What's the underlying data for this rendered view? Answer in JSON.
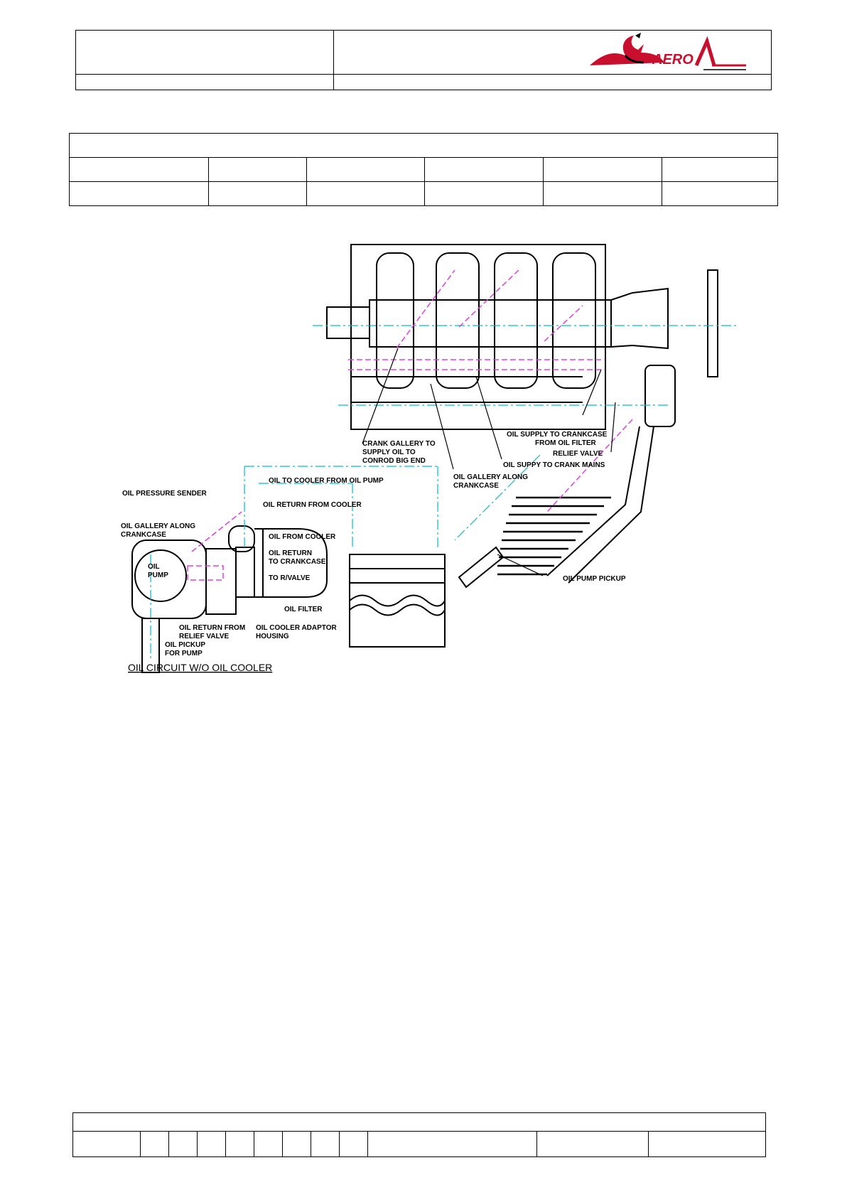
{
  "header": {
    "cells": [
      "",
      "",
      "",
      ""
    ]
  },
  "info_table": {
    "title_row": "",
    "row1": [
      "",
      "",
      "",
      "",
      "",
      ""
    ],
    "row2": [
      "",
      "",
      "",
      "",
      "",
      ""
    ]
  },
  "diagram": {
    "labels": {
      "crank_gallery": [
        "CRANK GALLERY TO",
        "SUPPLY OIL TO",
        "CONROD BIG END"
      ],
      "oil_supply_crankcase": [
        "OIL SUPPLY TO CRANKCASE",
        "FROM OIL FILTER"
      ],
      "relief_valve": "RELIEF VALVE",
      "oil_suppy_crank_mains": "OIL SUPPY TO CRANK MAINS",
      "oil_gallery_along_crankcase_top": [
        "OIL GALLERY ALONG",
        "CRANKCASE"
      ],
      "oil_to_cooler": "OIL TO COOLER FROM OIL PUMP",
      "oil_pressure_sender": "OIL PRESSURE SENDER",
      "oil_return_from_cooler": "OIL RETURN FROM COOLER",
      "oil_gallery_along_crankcase_left": [
        "OIL GALLERY ALONG",
        "CRANKCASE"
      ],
      "oil_pump": [
        "OIL",
        "PUMP"
      ],
      "oil_from_cooler": "OIL FROM COOLER",
      "oil_return_to_crankcase": [
        "OIL RETURN",
        "TO CRANKCASE"
      ],
      "to_r_valve": "TO R/VALVE",
      "oil_filter": "OIL FILTER",
      "oil_pump_pickup": "OIL PUMP PICKUP",
      "oil_return_from_relief": [
        "OIL RETURN FROM",
        "RELIEF VALVE"
      ],
      "oil_cooler_adaptor": [
        "OIL COOLER ADAPTOR",
        "HOUSING"
      ],
      "oil_pickup_for_pump": [
        "OIL PICKUP",
        "FOR PUMP"
      ],
      "caption": "OIL CIRCUIT W/O OIL COOLER"
    }
  },
  "footer": {
    "title_row": "",
    "cells": [
      "",
      "",
      "",
      "",
      "",
      "",
      "",
      "",
      "",
      "",
      "",
      ""
    ]
  },
  "colors": {
    "line": "#000000",
    "cyan": "#00bcd4",
    "magenta": "#e040e0",
    "logo_red": "#c8102e"
  }
}
